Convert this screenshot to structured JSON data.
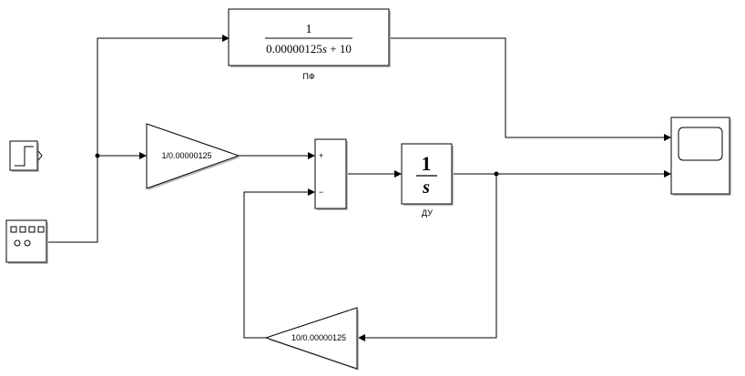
{
  "blocks": {
    "transfer_fcn": {
      "numerator": "1",
      "denominator_coef": "0.00000125",
      "denominator_var": "s",
      "denominator_rest": " + 10",
      "name": "ПФ"
    },
    "gain_forward": {
      "value": "1/0.00000125"
    },
    "gain_feedback": {
      "value": "10/0.00000125"
    },
    "sum": {
      "sign_plus": "+",
      "sign_minus": "−"
    },
    "integrator": {
      "numerator": "1",
      "variable": "s",
      "name": "ДУ"
    },
    "step": {
      "icon": "step-icon"
    },
    "signal_builder": {
      "icon": "signal-builder-icon"
    },
    "scope": {
      "icon": "scope-icon"
    }
  }
}
